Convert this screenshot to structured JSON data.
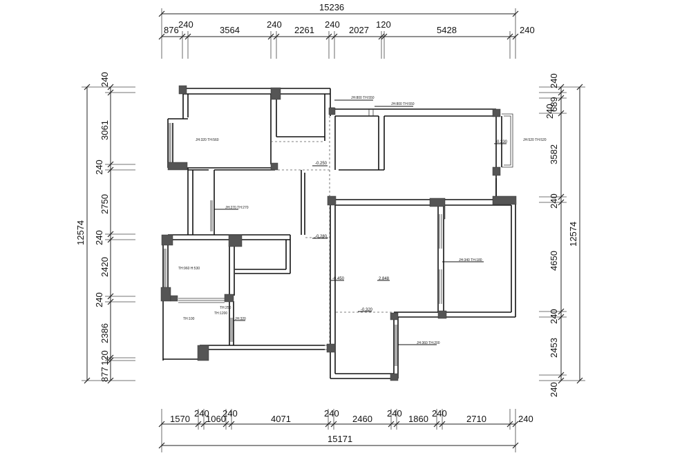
{
  "dimensions": {
    "top_total": "15236",
    "top_segments": [
      "876",
      "240",
      "3564",
      "240",
      "2261",
      "240",
      "2027",
      "120",
      "5428",
      "240"
    ],
    "bottom_total": "15171",
    "bottom_segments": [
      "1570",
      "240",
      "1060",
      "240",
      "4071",
      "240",
      "2460",
      "240",
      "1860",
      "240",
      "2710",
      "240"
    ],
    "left_total": "12574",
    "left_segments": [
      "240",
      "3061",
      "240",
      "2750",
      "240",
      "2420",
      "240",
      "2386",
      "120",
      "877"
    ],
    "right_total": "12574",
    "right_segments": [
      "240",
      "240",
      "689",
      "3582",
      "240",
      "4650",
      "240",
      "2453",
      "240"
    ]
  },
  "level_marks": {
    "a": "-0.250",
    "b": "-0.280",
    "c": "-0.450",
    "d": "2.848",
    "e": "-0.320",
    "f": "-0.330"
  },
  "room_notes": {
    "note1": "JH:320 TH:560",
    "note2": "JH:800 TH:550",
    "note3": "JH:800 TH:550",
    "note4": "JH:520 TH:520",
    "note5": "JH:270 TH:270",
    "note6": "TH:960 H:530",
    "note7": "JH:340 TH:180",
    "note8": "TH:250",
    "note9": "TH:1200",
    "note10": "TH:100",
    "note11": "JH:320",
    "note12": "JH:360 TH:200"
  },
  "colors": {
    "line": "#222222",
    "column": "#555555",
    "background": "#ffffff"
  }
}
